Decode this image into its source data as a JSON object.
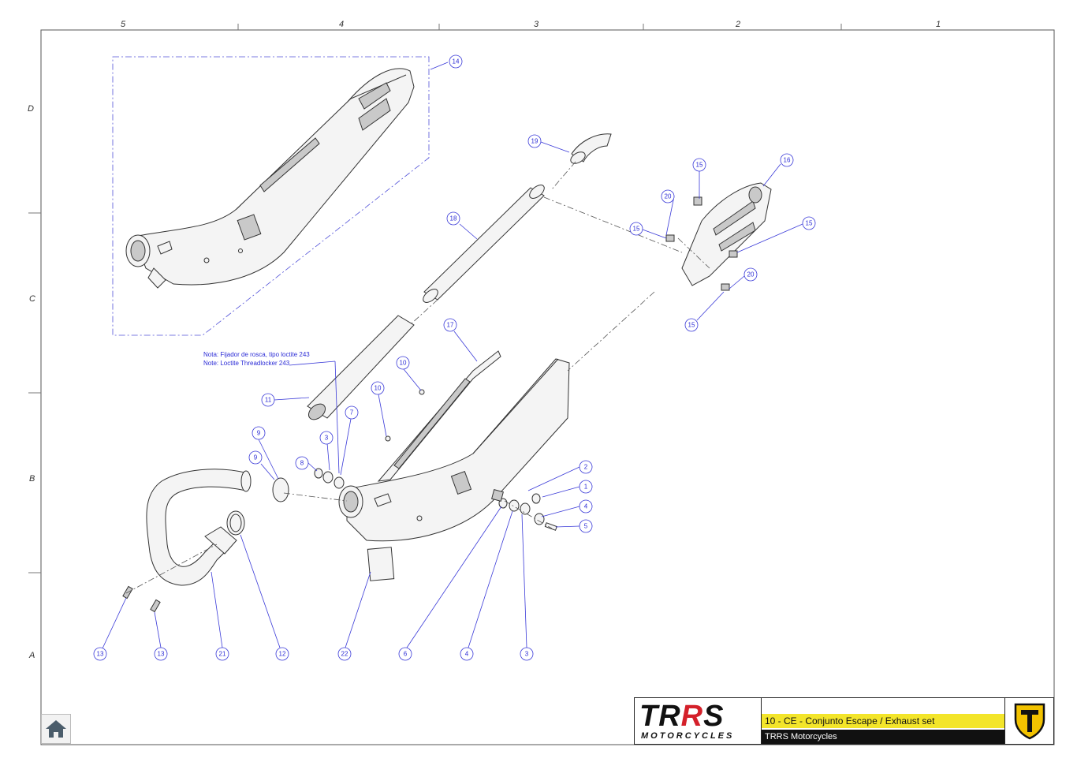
{
  "frame": {
    "columns": [
      "5",
      "4",
      "3",
      "2",
      "1"
    ],
    "rows": [
      "D",
      "C",
      "B",
      "A"
    ]
  },
  "note": {
    "line1": "Nota: Fijador de rosca, tipo loctite 243",
    "line2": "Note: Loctite Threadlocker 243"
  },
  "callouts": [
    "14",
    "19",
    "18",
    "16",
    "15",
    "20",
    "15",
    "15",
    "20",
    "15",
    "17",
    "10",
    "10",
    "11",
    "7",
    "3",
    "8",
    "9",
    "9",
    "2",
    "1",
    "4",
    "5",
    "13",
    "13",
    "21",
    "12",
    "22",
    "6",
    "4",
    "3"
  ],
  "title_block": {
    "brand_main_a": "TR",
    "brand_main_b": "R",
    "brand_main_c": "S",
    "brand_sub": "MOTORCYCLES",
    "title": "10 - CE - Conjunto Escape / Exhaust set",
    "company": "TRRS Motorcycles"
  },
  "colors": {
    "callout": "#2b2bd6",
    "title_yellow": "#f3e52a",
    "brand_red": "#d4202a",
    "emblem_yellow": "#f2c200"
  },
  "icons": {
    "home": "home-icon",
    "emblem": "trrs-emblem-icon"
  }
}
